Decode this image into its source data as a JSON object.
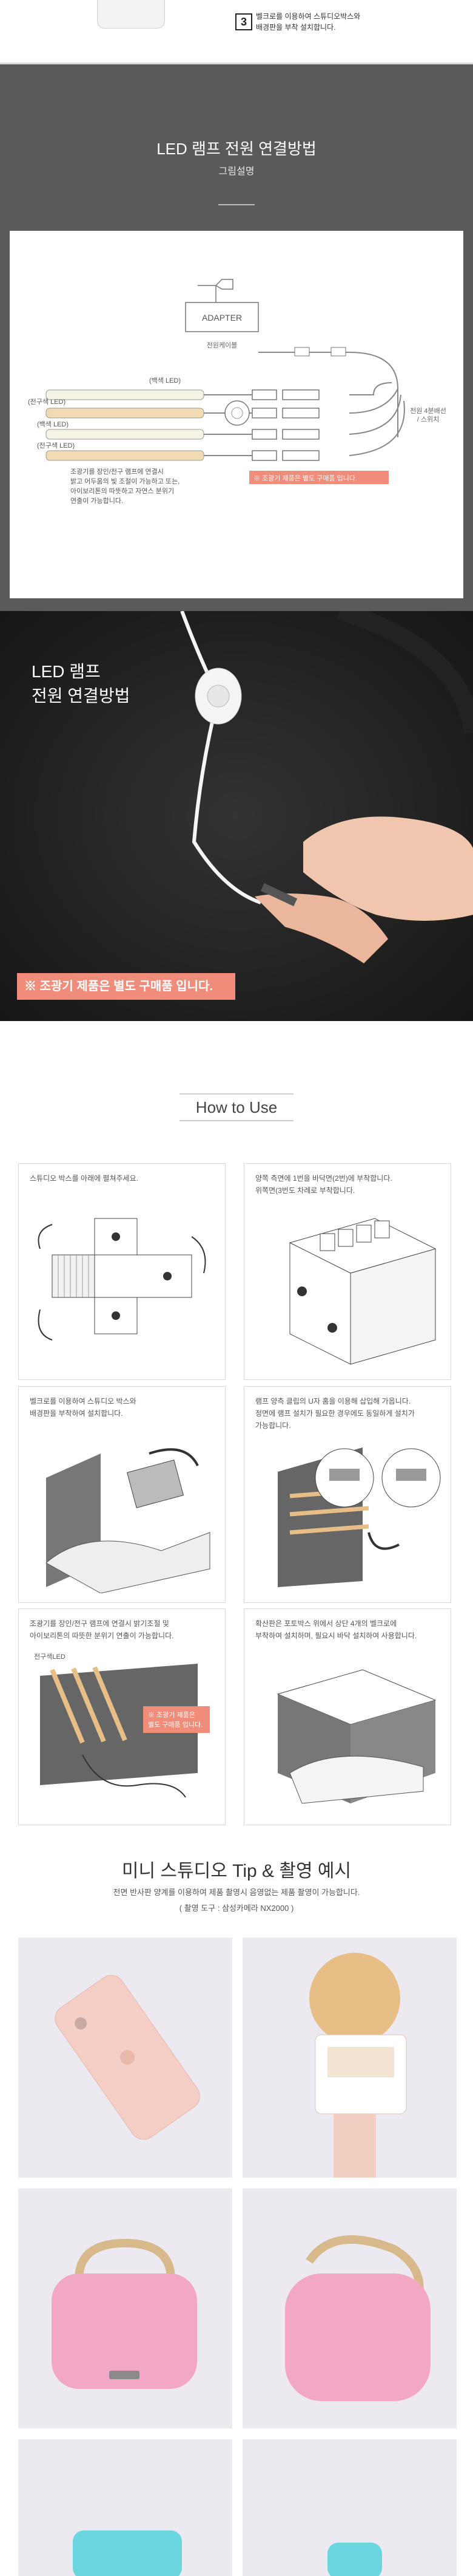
{
  "step3": {
    "number": "3",
    "text_line1": "벨크로를 이용하여 스튜디오박스와",
    "text_line2": "배경판을 부착 설치합니다."
  },
  "led_section": {
    "title": "LED 램프 전원 연결방법",
    "subtitle": "그림설명",
    "diagram": {
      "adapter": "ADAPTER",
      "adapter_cable": "전원케이블",
      "dimmer": "전원 4분배선\n/ 스위치",
      "led_rows": [
        "(백색 LED)",
        "(전구색 LED)",
        "(백색 LED)",
        "(전구색 LED)"
      ],
      "note_line1": "조광기를 장인/전구 램프에 연결시",
      "note_line2": "밝고 어두움의 빛 조절이 가능하고 또는,",
      "note_line3": "아이보리톤의 따뜻하고 자연스 분위기",
      "note_line4": "연출이 가능합니다.",
      "notice": "※ 조광기 제품은 별도 구매품 입니다."
    }
  },
  "photo_section": {
    "title_line1": "LED 램프",
    "title_line2": "전원 연결방법",
    "notice": "※ 조광기 제품은 별도 구매품 입니다."
  },
  "how_to_use": {
    "title": "How to Use",
    "panels": [
      {
        "line1": "스튜디오 박스를 아래에 펼쳐주세요.",
        "line2": "",
        "line3": ""
      },
      {
        "line1": "양쪽 측면에 1번을 바닥면(2번)에 부착합니다.",
        "line2": "위쪽면(3번도 차례로 부착합니다.",
        "line3": ""
      },
      {
        "line1": "벨크로를 이용하여 스튜디오 박스와",
        "line2": "배경판을 부착하여 설치합니다.",
        "line3": ""
      },
      {
        "line1": "램프 양측 클립의 U자 홈을 이용해 삽입해 가옵니다.",
        "line2": "정면에 램프 설치가 필요한 경우에도 동일하게 설치가",
        "line3": "가능합니다."
      },
      {
        "line1": "조광기를 장인/전구 램프에 연결시 밝기조절 및",
        "line2": "아이보리톤의 따뜻한 분위기 연출이 가능합니다.",
        "line3": ""
      },
      {
        "line1": "확산판은 포토박스 위에서 상단 4개의 벨크로에",
        "line2": "부착하여 설치하며, 필요시 바닥 설치하여 사용합니다.",
        "line3": ""
      }
    ],
    "panel5_label": "전구색LED",
    "panel5_notice_line1": "※ 조광기 제품은",
    "panel5_notice_line2": "별도 구매품 입니다."
  },
  "tips": {
    "title": "미니 스튜디오 Tip & 촬영 예시",
    "desc": "전면 반사판 양계를 이용하여 제품 촬영시 음영없는 제품 촬영이 가능합니다.",
    "tool": "( 촬영 도구 : 삼성카메라 NX2000 )"
  },
  "colors": {
    "grey_band": "#5a5a5a",
    "notice": "#f08c7a",
    "pink_product": "#f2a7c5",
    "gold": "#e6be86"
  }
}
